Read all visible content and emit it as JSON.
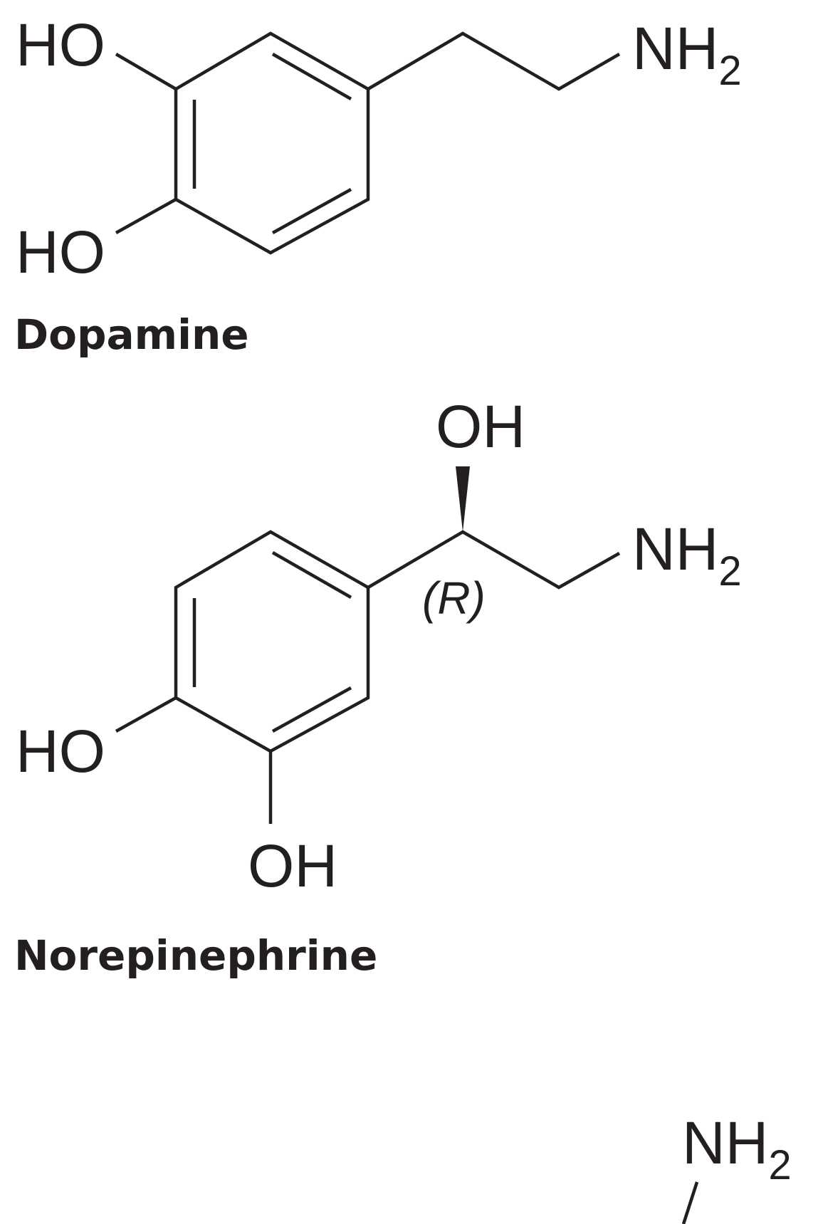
{
  "molecules": [
    {
      "name": "Dopamine",
      "labels": {
        "ho_top": "HO",
        "ho_bottom": "HO",
        "amine": "NH",
        "amine_sub": "2"
      }
    },
    {
      "name": "Norepinephrine",
      "labels": {
        "oh_top": "OH",
        "stereo": "(R)",
        "amine": "NH",
        "amine_sub": "2",
        "ho_left": "HO",
        "oh_bottom": "OH"
      }
    },
    {
      "name": "",
      "labels": {
        "amine": "NH",
        "amine_sub": "2"
      }
    }
  ]
}
